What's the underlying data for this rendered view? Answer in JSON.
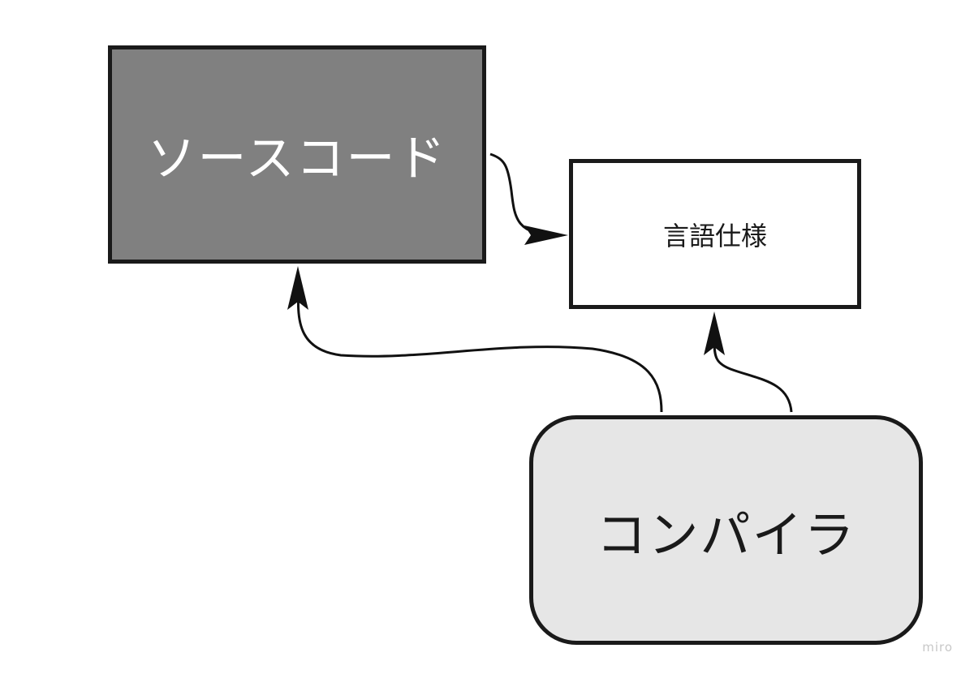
{
  "nodes": {
    "source_code": {
      "label": "ソースコード"
    },
    "language_spec": {
      "label": "言語仕様"
    },
    "compiler": {
      "label": "コンパイラ"
    }
  },
  "edges": [
    {
      "from": "source_code",
      "to": "language_spec"
    },
    {
      "from": "compiler",
      "to": "source_code"
    },
    {
      "from": "compiler",
      "to": "language_spec"
    }
  ],
  "colors": {
    "source_fill": "#808080",
    "compiler_fill": "#e6e6e6",
    "spec_fill": "#ffffff",
    "stroke": "#1a1a1a"
  },
  "watermark": "miro"
}
